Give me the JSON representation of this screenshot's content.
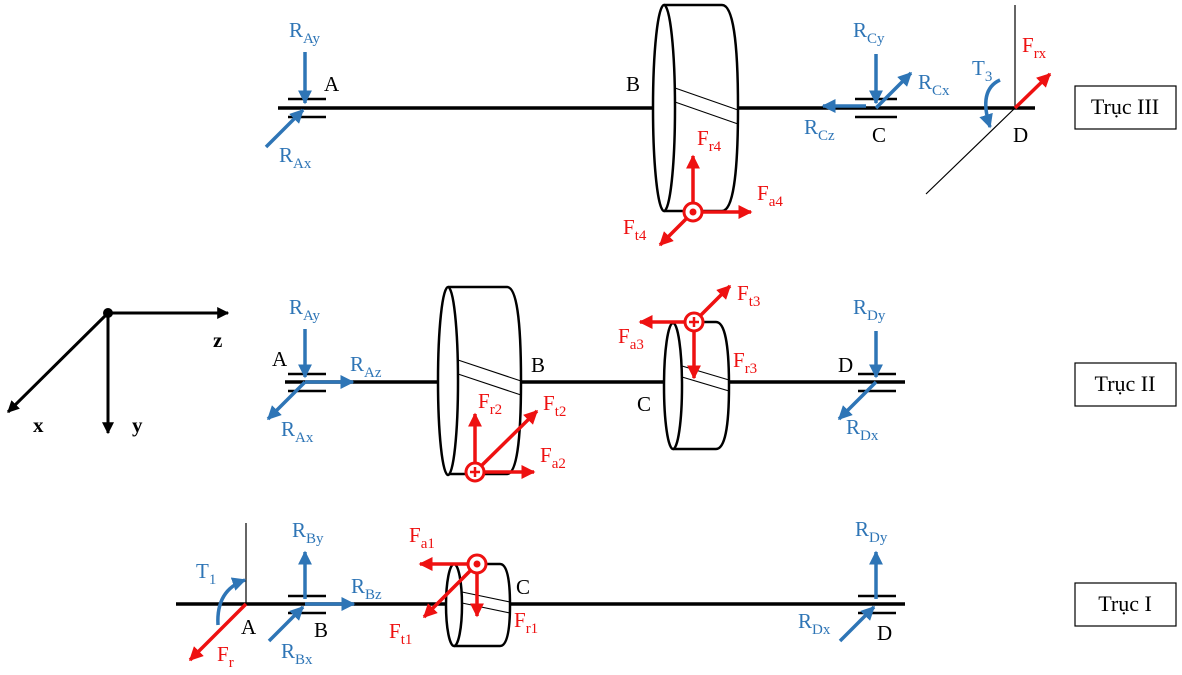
{
  "shafts": {
    "shaft3": "Trục III",
    "shaft2": "Trục II",
    "shaft1": "Trục I"
  },
  "axes": {
    "x": "x",
    "y": "y",
    "z": "z"
  },
  "colors": {
    "reaction": "#2E75B6",
    "gear_force": "#EE1111",
    "structure": "#000000"
  },
  "s3": {
    "A": "A",
    "B": "B",
    "C": "C",
    "D": "D",
    "RAy": {
      "main": "R",
      "sub": "Ay"
    },
    "RAx": {
      "main": "R",
      "sub": "Ax"
    },
    "RCy": {
      "main": "R",
      "sub": "Cy"
    },
    "RCx": {
      "main": "R",
      "sub": "Cx"
    },
    "RCz": {
      "main": "R",
      "sub": "Cz"
    },
    "T3": {
      "main": "T",
      "sub": "3"
    },
    "Frx": {
      "main": "F",
      "sub": "rx"
    },
    "Fr4": {
      "main": "F",
      "sub": "r4"
    },
    "Fa4": {
      "main": "F",
      "sub": "a4"
    },
    "Ft4": {
      "main": "F",
      "sub": "t4"
    }
  },
  "s2": {
    "A": "A",
    "B": "B",
    "C": "C",
    "D": "D",
    "RAy": {
      "main": "R",
      "sub": "Ay"
    },
    "RAz": {
      "main": "R",
      "sub": "Az"
    },
    "RAx": {
      "main": "R",
      "sub": "Ax"
    },
    "Fr2": {
      "main": "F",
      "sub": "r2"
    },
    "Ft2": {
      "main": "F",
      "sub": "t2"
    },
    "Fa2": {
      "main": "F",
      "sub": "a2"
    },
    "Ft3": {
      "main": "F",
      "sub": "t3"
    },
    "Fa3": {
      "main": "F",
      "sub": "a3"
    },
    "Fr3": {
      "main": "F",
      "sub": "r3"
    },
    "RDy": {
      "main": "R",
      "sub": "Dy"
    },
    "RDx": {
      "main": "R",
      "sub": "Dx"
    }
  },
  "s1": {
    "A": "A",
    "B": "B",
    "C": "C",
    "D": "D",
    "T1": {
      "main": "T",
      "sub": "1"
    },
    "Fr": {
      "main": "F",
      "sub": "r"
    },
    "RBy": {
      "main": "R",
      "sub": "By"
    },
    "RBz": {
      "main": "R",
      "sub": "Bz"
    },
    "RBx": {
      "main": "R",
      "sub": "Bx"
    },
    "Fa1": {
      "main": "F",
      "sub": "a1"
    },
    "Ft1": {
      "main": "F",
      "sub": "t1"
    },
    "Fr1": {
      "main": "F",
      "sub": "r1"
    },
    "RDy": {
      "main": "R",
      "sub": "Dy"
    },
    "RDx": {
      "main": "R",
      "sub": "Dx"
    }
  }
}
